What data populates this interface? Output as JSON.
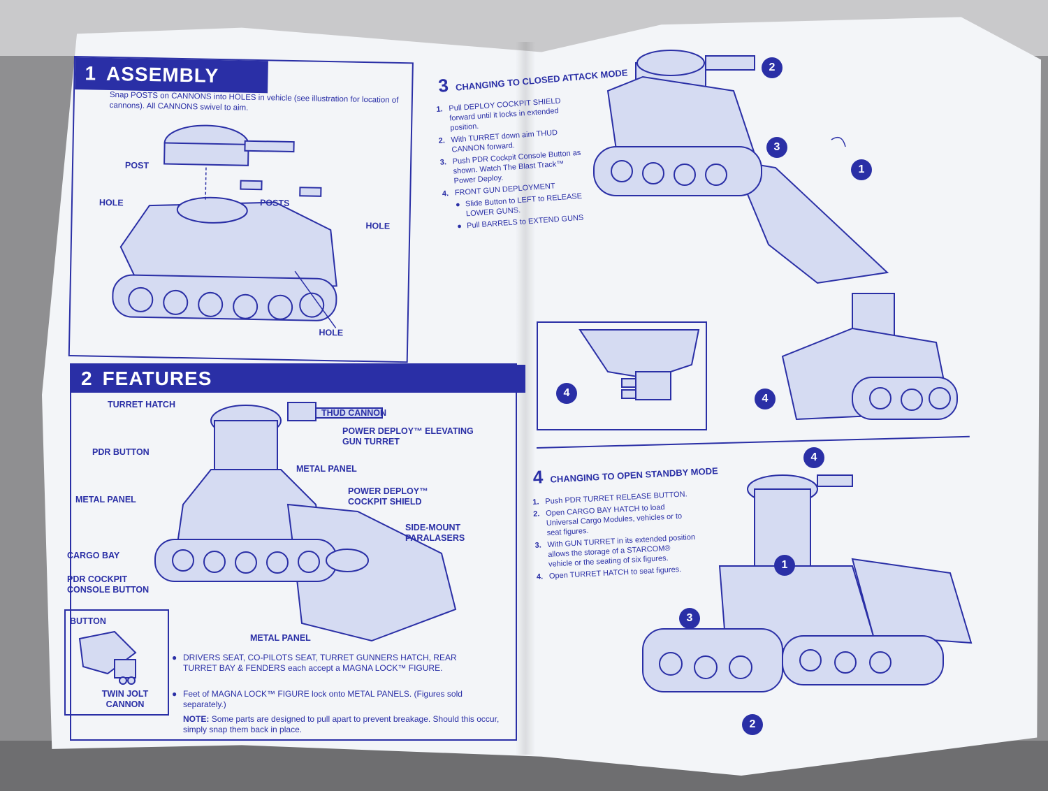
{
  "assembly": {
    "number": "1",
    "title": "ASSEMBLY",
    "instructions": "Snap POSTS on CANNONS into HOLES in vehicle (see illustration for location of cannons). All CANNONS swivel to aim.",
    "labels": {
      "post": "POST",
      "hole_left": "HOLE",
      "posts": "POSTS",
      "hole_right": "HOLE",
      "hole_bottom": "HOLE"
    }
  },
  "features": {
    "number": "2",
    "title": "FEATURES",
    "labels": {
      "turret_hatch": "TURRET HATCH",
      "thud_cannon": "THUD CANNON",
      "power_deploy_turret": "POWER DEPLOY™ ELEVATING GUN TURRET",
      "pdr_button": "PDR BUTTON",
      "metal_panel_1": "METAL PANEL",
      "metal_panel_2": "METAL PANEL",
      "power_deploy_shield": "POWER DEPLOY™ COCKPIT SHIELD",
      "side_mount": "SIDE-MOUNT PARALASERS",
      "cargo_bay": "CARGO BAY",
      "pdr_cockpit": "PDR COCKPIT CONSOLE BUTTON",
      "metal_panel_3": "METAL PANEL",
      "button": "BUTTON",
      "twin_jolt": "TWIN JOLT CANNON"
    },
    "bullets": [
      "DRIVERS SEAT, CO-PILOTS SEAT, TURRET GUNNERS HATCH, REAR TURRET BAY & FENDERS each accept a MAGNA LOCK™ FIGURE.",
      "Feet of MAGNA LOCK™ FIGURE lock onto METAL PANELS. (Figures sold separately.)"
    ],
    "note_label": "NOTE:",
    "note_text": "Some parts are designed to pull apart to prevent breakage. Should this occur, simply snap them back in place."
  },
  "closed_attack": {
    "number": "3",
    "title": "CHANGING TO CLOSED ATTACK MODE",
    "steps": [
      {
        "n": "1.",
        "text": "Pull DEPLOY COCKPIT SHIELD forward until it locks in extended position."
      },
      {
        "n": "2.",
        "text": "With TURRET down aim THUD CANNON forward."
      },
      {
        "n": "3.",
        "text": "Push PDR Cockpit Console Button as shown. Watch The Blast Track™ Power Deploy."
      },
      {
        "n": "4.",
        "text": "FRONT GUN DEPLOYMENT"
      }
    ],
    "sub_steps": [
      "Slide Button to LEFT to RELEASE LOWER GUNS.",
      "Pull BARRELS to EXTEND GUNS"
    ],
    "badges": [
      "1",
      "2",
      "3",
      "4",
      "4"
    ]
  },
  "open_standby": {
    "number": "4",
    "title": "CHANGING TO OPEN STANDBY MODE",
    "steps": [
      {
        "n": "1.",
        "text": "Push PDR TURRET RELEASE BUTTON."
      },
      {
        "n": "2.",
        "text": "Open CARGO BAY HATCH to load Universal Cargo Modules, vehicles or to seat figures."
      },
      {
        "n": "3.",
        "text": "With GUN TURRET in its extended position allows the storage of a STARCOM® vehicle or the seating of six figures."
      },
      {
        "n": "4.",
        "text": "Open TURRET HATCH to seat figures."
      }
    ],
    "badges": [
      "1",
      "2",
      "3",
      "4"
    ]
  }
}
